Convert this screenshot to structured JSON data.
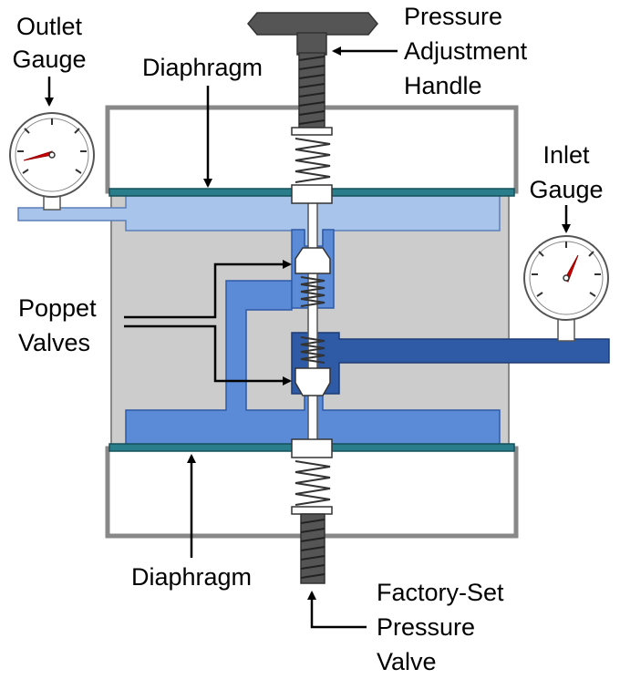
{
  "labels": {
    "outlet_gauge_line1": "Outlet",
    "outlet_gauge_line2": "Gauge",
    "diaphragm_top": "Diaphragm",
    "pressure_adj_line1": "Pressure",
    "pressure_adj_line2": "Adjustment",
    "pressure_adj_line3": "Handle",
    "inlet_gauge_line1": "Inlet",
    "inlet_gauge_line2": "Gauge",
    "poppet_line1": "Poppet",
    "poppet_line2": "Valves",
    "diaphragm_bottom": "Diaphragm",
    "factory_line1": "Factory-Set",
    "factory_line2": "Pressure",
    "factory_line3": "Valve"
  },
  "colors": {
    "housing_gray": "#cccccc",
    "outlet_gas_light_blue": "#a9c4ea",
    "mid_pressure_blue": "#5b8ad6",
    "inlet_gas_dark_blue": "#2e5aa6",
    "diaphragm_teal": "#2a7e8c",
    "stem_dark_gray": "#555555",
    "needle_red": "#cc0000"
  }
}
